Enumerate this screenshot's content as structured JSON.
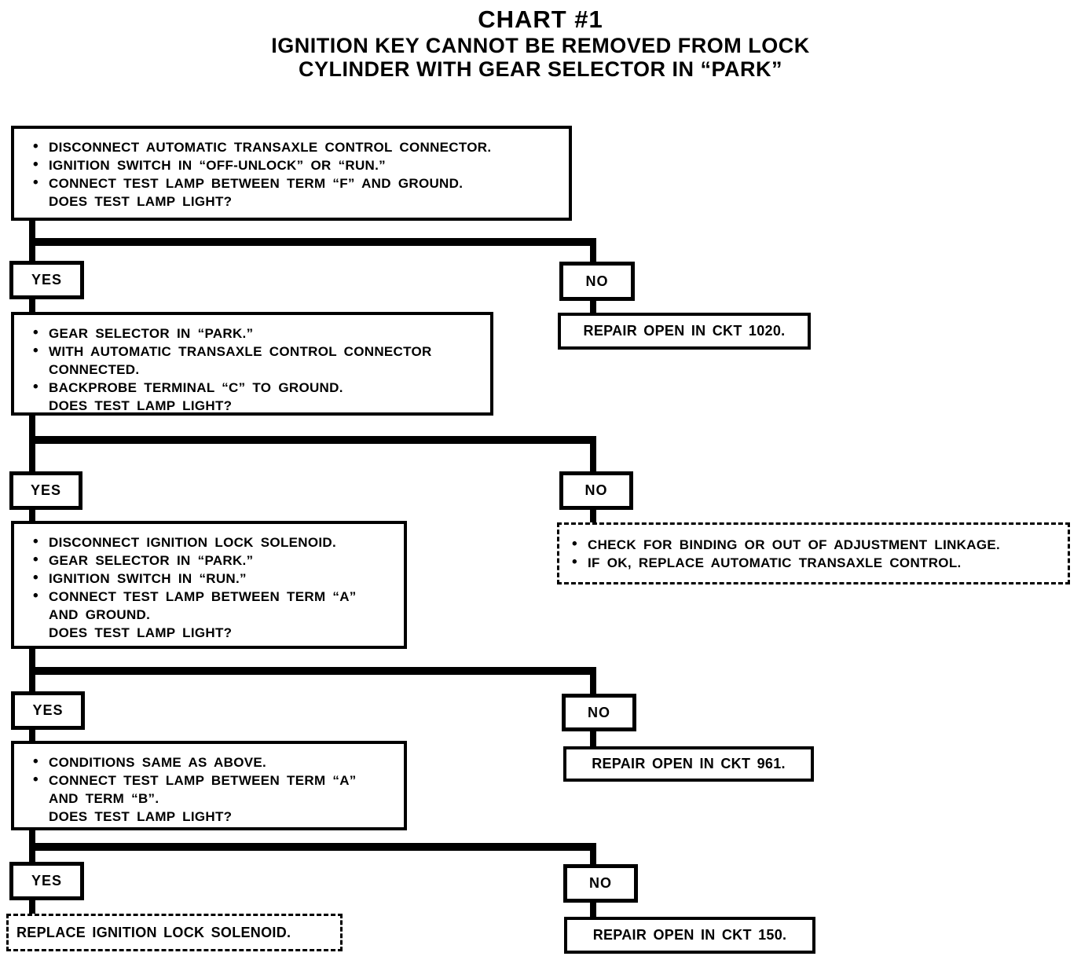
{
  "title": {
    "line1": "CHART #1",
    "line2": "IGNITION KEY CANNOT BE REMOVED FROM LOCK",
    "line3": "CYLINDER WITH GEAR SELECTOR IN “PARK”"
  },
  "labels": {
    "yes": "YES",
    "no": "NO"
  },
  "steps": {
    "step1": {
      "bullets": [
        "DISCONNECT AUTOMATIC TRANSAXLE CONTROL CONNECTOR.",
        "IGNITION SWITCH IN “OFF-UNLOCK” OR “RUN.”",
        "CONNECT TEST LAMP BETWEEN TERM “F” AND GROUND."
      ],
      "question": "DOES TEST LAMP LIGHT?"
    },
    "step2": {
      "bullets": [
        "GEAR SELECTOR IN “PARK.”",
        "WITH AUTOMATIC TRANSAXLE CONTROL CONNECTOR CONNECTED.",
        "BACKPROBE TERMINAL “C” TO GROUND."
      ],
      "question": "DOES TEST LAMP LIGHT?"
    },
    "step3": {
      "bullets": [
        "DISCONNECT IGNITION LOCK SOLENOID.",
        "GEAR SELECTOR IN “PARK.”",
        "IGNITION SWITCH IN “RUN.”",
        "CONNECT TEST LAMP BETWEEN TERM “A” AND GROUND."
      ],
      "question": "DOES TEST LAMP LIGHT?"
    },
    "step4": {
      "bullets": [
        "CONDITIONS SAME AS ABOVE.",
        "CONNECT TEST LAMP BETWEEN TERM “A” AND TERM “B”."
      ],
      "question": "DOES TEST LAMP LIGHT?"
    }
  },
  "results": {
    "repair_ckt_1020": "REPAIR OPEN IN CKT 1020.",
    "check_linkage": [
      "CHECK FOR BINDING OR OUT OF ADJUSTMENT LINKAGE.",
      "IF OK, REPLACE AUTOMATIC TRANSAXLE CONTROL."
    ],
    "repair_ckt_961": "REPAIR OPEN IN CKT 961.",
    "replace_solenoid": "REPLACE IGNITION LOCK SOLENOID.",
    "repair_ckt_150": "REPAIR OPEN IN CKT 150."
  }
}
